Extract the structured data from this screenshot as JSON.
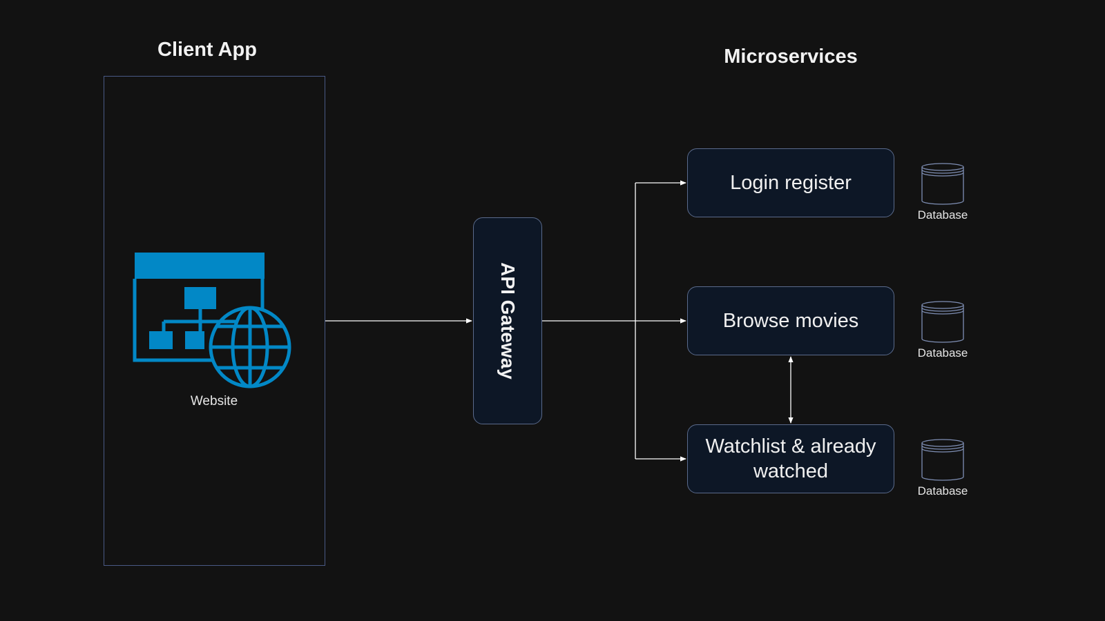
{
  "client": {
    "title": "Client App",
    "website_label": "Website",
    "icon": "website-icon",
    "icon_color": "#0288c6"
  },
  "gateway": {
    "label": "API Gateway"
  },
  "microservices": {
    "title": "Microservices",
    "services": [
      {
        "label": "Login register",
        "db_label": "Database"
      },
      {
        "label": "Browse movies",
        "db_label": "Database"
      },
      {
        "label": "Watchlist & already watched",
        "db_label": "Database"
      }
    ]
  },
  "colors": {
    "background": "#121212",
    "box_fill": "#0d1726",
    "box_border": "#5b6b8c",
    "connector": "#ffffff"
  }
}
